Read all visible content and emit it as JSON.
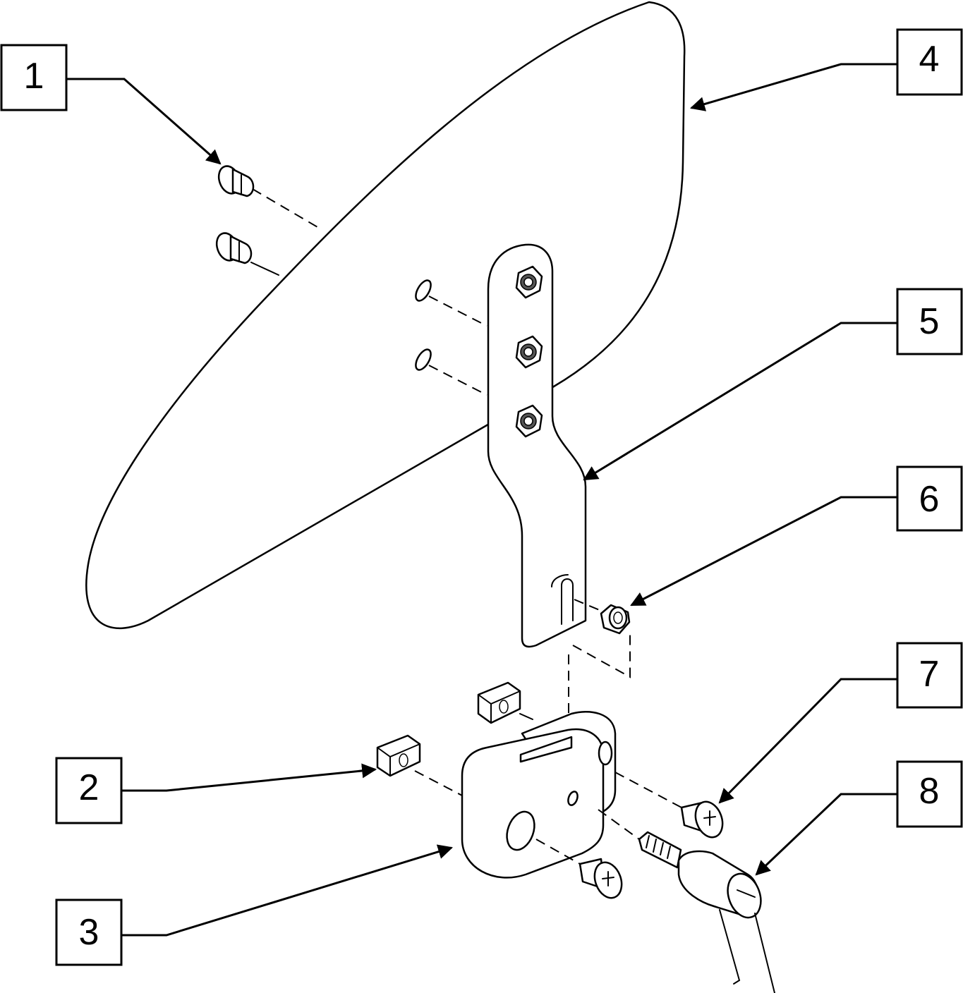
{
  "diagram": {
    "callouts": [
      {
        "id": "1",
        "label": "1"
      },
      {
        "id": "2",
        "label": "2"
      },
      {
        "id": "3",
        "label": "3"
      },
      {
        "id": "4",
        "label": "4"
      },
      {
        "id": "5",
        "label": "5"
      },
      {
        "id": "6",
        "label": "6"
      },
      {
        "id": "7",
        "label": "7"
      },
      {
        "id": "8",
        "label": "8"
      }
    ],
    "colors": {
      "line": "#000000",
      "background": "#ffffff",
      "shade": "#555555"
    }
  }
}
